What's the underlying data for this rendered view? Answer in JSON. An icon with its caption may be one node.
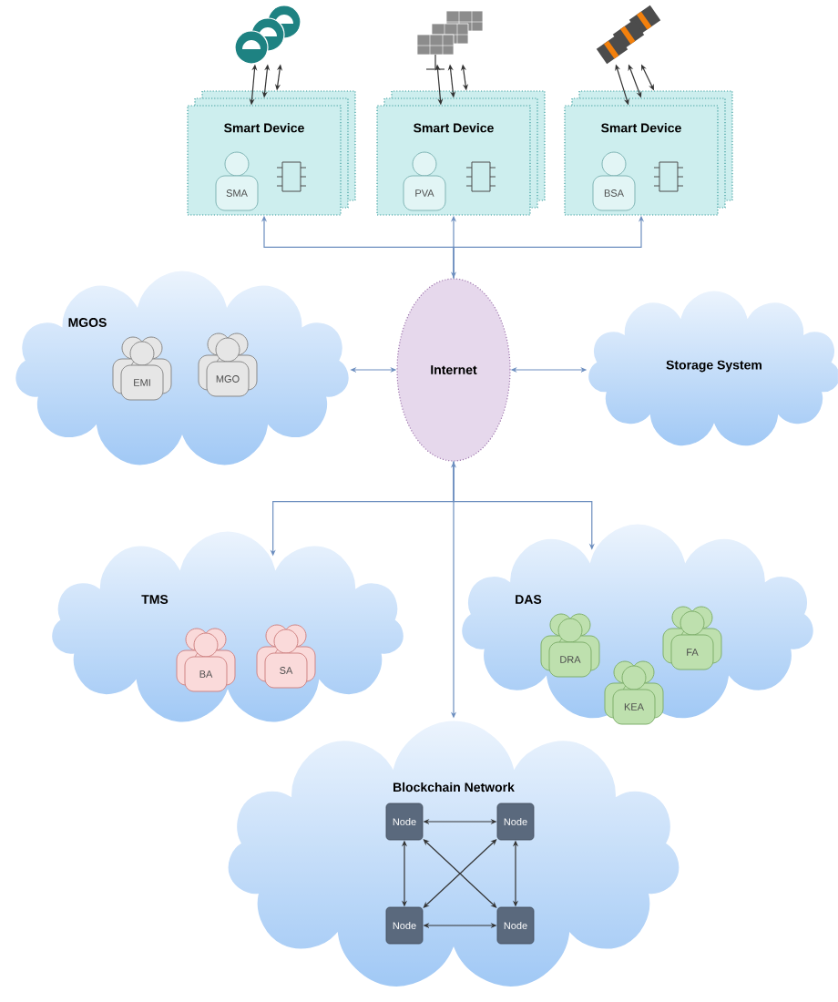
{
  "diagram": {
    "nodes": [
      {
        "text": [
          "Smart Device"
        ]
      },
      {
        "text": [
          "SMA"
        ],
        "in": 0
      },
      {
        "text": [
          "Smart Device"
        ]
      },
      {
        "text": [
          "PVA"
        ],
        "in": 2
      },
      {
        "text": [
          "Smart Device"
        ]
      },
      {
        "text": [
          "BSA"
        ],
        "in": 4
      },
      {
        "text": [],
        "shape": "picture"
      },
      {
        "text": [],
        "shape": "picture"
      },
      {
        "text": [],
        "shape": "picture"
      },
      {
        "text": [
          "MGOS"
        ]
      },
      {
        "text": [
          "EMI"
        ],
        "in": 9
      },
      {
        "text": [
          "MGO"
        ],
        "in": 9
      },
      {
        "text": [
          "Internet"
        ]
      },
      {
        "text": [
          "Storage System"
        ]
      },
      {
        "text": [
          "TMS"
        ]
      },
      {
        "text": [
          "BA"
        ],
        "in": 14
      },
      {
        "text": [
          "SA"
        ],
        "in": 14
      },
      {
        "text": [
          "DAS"
        ]
      },
      {
        "text": [
          "DRA"
        ],
        "in": 17
      },
      {
        "text": [
          "KEA"
        ],
        "in": 17
      },
      {
        "text": [
          "FA"
        ],
        "in": 17
      },
      {
        "text": [
          "Blockchain Network"
        ]
      },
      {
        "text": [
          "Node"
        ],
        "in": 21
      },
      {
        "text": [
          "Node"
        ],
        "in": 21
      },
      {
        "text": [
          "Node"
        ],
        "in": 21
      },
      {
        "text": [
          "Node"
        ],
        "in": 21
      }
    ],
    "edges": [
      {
        "from": 6,
        "to": 0,
        "arrow": "both"
      },
      {
        "from": 6,
        "to": 0,
        "arrow": "both"
      },
      {
        "from": 6,
        "to": 0,
        "arrow": "both"
      },
      {
        "from": 7,
        "to": 2,
        "arrow": "both"
      },
      {
        "from": 7,
        "to": 2,
        "arrow": "both"
      },
      {
        "from": 7,
        "to": 2,
        "arrow": "both"
      },
      {
        "from": 8,
        "to": 4,
        "arrow": "both"
      },
      {
        "from": 8,
        "to": 4,
        "arrow": "both"
      },
      {
        "from": 8,
        "to": 4,
        "arrow": "both"
      },
      {
        "from": 12,
        "to": 0,
        "arrow": "to",
        "color": "#6c8ebf"
      },
      {
        "from": 12,
        "to": 2,
        "arrow": "both",
        "color": "#6c8ebf"
      },
      {
        "from": 12,
        "to": 4,
        "arrow": "to",
        "color": "#6c8ebf"
      },
      {
        "from": 9,
        "to": 12,
        "arrow": "both",
        "color": "#6c8ebf"
      },
      {
        "from": 12,
        "to": 13,
        "arrow": "both",
        "color": "#6c8ebf"
      },
      {
        "from": 12,
        "to": 14,
        "arrow": "to",
        "color": "#6c8ebf"
      },
      {
        "from": 12,
        "to": 17,
        "arrow": "to",
        "color": "#6c8ebf"
      },
      {
        "from": 12,
        "to": 21,
        "arrow": "both",
        "color": "#6c8ebf"
      },
      {
        "from": 22,
        "to": 23,
        "arrow": "both"
      },
      {
        "from": 22,
        "to": 24,
        "arrow": "both"
      },
      {
        "from": 23,
        "to": 25,
        "arrow": "both"
      },
      {
        "from": 24,
        "to": 25,
        "arrow": "both"
      },
      {
        "from": 22,
        "to": 25,
        "arrow": "both"
      },
      {
        "from": 23,
        "to": 24,
        "arrow": "both"
      }
    ]
  }
}
